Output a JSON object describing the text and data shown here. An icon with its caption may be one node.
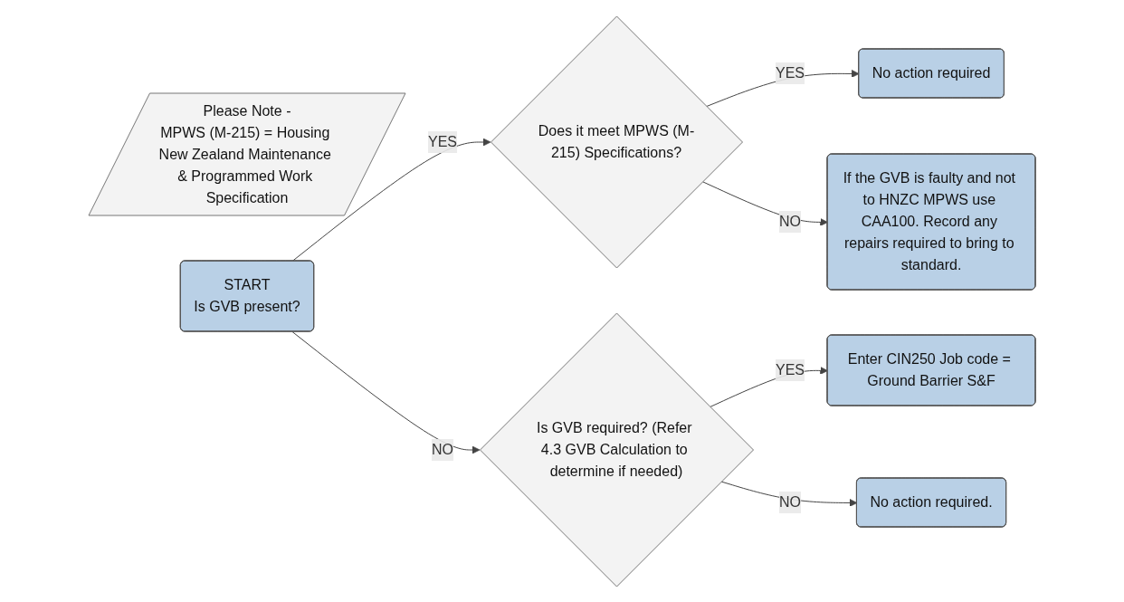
{
  "diagram": {
    "nodes": [
      {
        "text": [
          "START",
          "Is GVB present?"
        ]
      },
      {
        "text": [
          "Does it meet MPWS (M-215) Specifications?"
        ]
      },
      {
        "text": [
          "No action required"
        ]
      },
      {
        "text": [
          "If the GVB is faulty and not to HNZC MPWS use CAA100. Record any repairs required to bring to standard."
        ]
      },
      {
        "text": [
          "Is GVB required? (Refer 4.3 GVB Calculation to determine if needed)"
        ]
      },
      {
        "text": [
          "Enter CIN250 Job code = Ground Barrier S&F"
        ]
      },
      {
        "text": [
          "No action required."
        ]
      },
      {
        "text": [
          "Please Note -",
          "MPWS (M-215) = Housing New Zealand Maintenance & Programmed Work Specification"
        ]
      }
    ],
    "edges": [
      {
        "from": 0,
        "to": 1,
        "arrow": "to",
        "label": "YES"
      },
      {
        "from": 1,
        "to": 2,
        "arrow": "to",
        "label": "YES"
      },
      {
        "from": 1,
        "to": 3,
        "arrow": "to",
        "label": "NO"
      },
      {
        "from": 0,
        "to": 4,
        "arrow": "to",
        "label": "NO"
      },
      {
        "from": 4,
        "to": 5,
        "arrow": "to",
        "label": "YES"
      },
      {
        "from": 4,
        "to": 6,
        "arrow": "to",
        "label": "NO"
      }
    ]
  }
}
